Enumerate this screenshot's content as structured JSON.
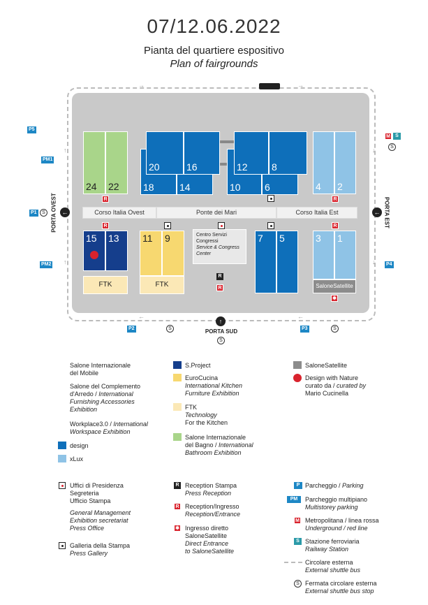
{
  "header": {
    "date": "07/12.06.2022",
    "title": "Pianta del quartiere espositivo",
    "subtitle": "Plan of fairgrounds"
  },
  "colors": {
    "design": "#0e6fba",
    "xlux": "#8fc3e6",
    "sproject": "#153e8c",
    "eurocucina": "#f7d870",
    "ftk": "#fbe8b6",
    "bagno": "#a9d58a",
    "satellite": "#8c8c8c",
    "nature": "#d9232d"
  },
  "halls": {
    "h24": "24",
    "h22": "22",
    "h20": "20",
    "h16": "16",
    "h18": "18",
    "h14": "14",
    "h12": "12",
    "h8": "8",
    "h10": "10",
    "h6": "6",
    "h4": "4",
    "h2": "2",
    "h15": "15",
    "h13": "13",
    "h11": "11",
    "h9": "9",
    "h7": "7",
    "h5": "5",
    "h3": "3",
    "h1": "1",
    "ftk1": "FTK",
    "ftk2": "FTK",
    "satellite": "SaloneSatellite"
  },
  "streets": {
    "west": "Corso Italia Ovest",
    "middle": "Ponte dei Mari",
    "east": "Corso Italia Est"
  },
  "centro": {
    "l1": "Centro Servizi",
    "l2": "Congressi",
    "l3": "Service & Congress",
    "l4": "Center"
  },
  "gates": {
    "ovest": "PORTA OVEST",
    "est": "PORTA EST",
    "sud": "PORTA SUD"
  },
  "map_badges": {
    "r": "R",
    "k": "R",
    "s": "S",
    "m": "M",
    "s_rail": "S",
    "p1": "P1",
    "p2": "P2",
    "p3": "P3",
    "p4": "P4",
    "p5": "P5",
    "pm1": "PM1",
    "pm2": "PM2"
  },
  "legend": {
    "mobile": [
      "Salone Internazionale",
      "del Mobile"
    ],
    "complemento": [
      "Salone del Complemento",
      "d'Arredo  / ",
      "International",
      "Furnishing Accessories",
      "Exhibition"
    ],
    "workplace": [
      "Workplace3.0 / ",
      "International",
      "Workspace Exhibition"
    ],
    "design": "design",
    "xlux": "xLux",
    "sproject": "S.Project",
    "eurocucina": [
      "EuroCucina",
      "International Kitchen",
      "Furniture Exhibition"
    ],
    "ftk": [
      "FTK",
      "Technology",
      "For the Kitchen"
    ],
    "bagno": [
      "Salone Internazionale",
      "del Bagno  / ",
      "International",
      "Bathroom Exhibition"
    ],
    "satellite": "SaloneSatellite",
    "nature": [
      "Design with Nature",
      "curato da / ",
      "curated by",
      "Mario Cucinella"
    ],
    "uffici": [
      "Uffici di Presidenza",
      "Segreteria",
      "Ufficio Stampa",
      "General Management",
      "Exhibition secretariat",
      "Press Office"
    ],
    "galleria": [
      "Galleria della Stampa",
      "Press Gallery"
    ],
    "stampa": [
      "Reception Stampa",
      "Press Reception"
    ],
    "reception": [
      "Reception/Ingresso",
      "Reception/Entrance"
    ],
    "ingresso": [
      "Ingresso diretto",
      "SaloneSatellite",
      "Direct Entrance",
      "to SaloneSatellite"
    ],
    "parcheggio": [
      "Parcheggio / ",
      "Parking"
    ],
    "multipiano": [
      "Parcheggio multipiano",
      "Multistorey parking"
    ],
    "metro": [
      "Metropolitana / linea rossa",
      "Underground / red line"
    ],
    "rail": [
      "Stazione ferroviaria",
      "Railway Station"
    ],
    "circolare": [
      "Circolare esterna",
      "External shuttle bus"
    ],
    "fermata": [
      "Fermata circolare esterna",
      "External shuttle bus stop"
    ],
    "badge_p": "P",
    "badge_pm": "PM",
    "badge_m": "M",
    "badge_s": "S",
    "badge_r": "R",
    "badge_k": "R",
    "badge_star": "✱",
    "badge_stop": "S"
  }
}
